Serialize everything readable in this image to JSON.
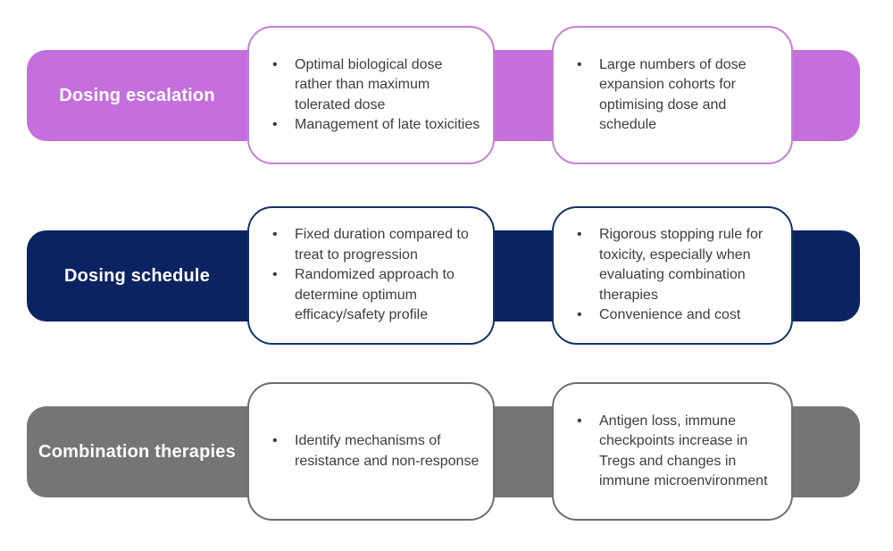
{
  "rows": [
    {
      "label": "Dosing escalation",
      "band_color": "#c56fde",
      "border_color": "#c47fd6",
      "boxes": [
        {
          "items": [
            "Optimal biological dose rather than maximum tolerated dose",
            "Management of late toxicities"
          ]
        },
        {
          "items": [
            "Large numbers of dose expansion cohorts for optimising dose and schedule"
          ]
        }
      ]
    },
    {
      "label": "Dosing schedule",
      "band_color": "#0c2361",
      "border_color": "#123266",
      "boxes": [
        {
          "items": [
            "Fixed duration compared to treat to progression",
            "Randomized approach to determine optimum efficacy/safety profile"
          ]
        },
        {
          "items": [
            "Rigorous stopping rule for toxicity, especially when evaluating combination therapies",
            "Convenience and cost"
          ]
        }
      ]
    },
    {
      "label": "Combination therapies",
      "band_color": "#757575",
      "border_color": "#6e6e6e",
      "boxes": [
        {
          "items": [
            "Identify mechanisms of resistance and non-response"
          ]
        },
        {
          "items": [
            "Antigen loss, immune checkpoints increase in Tregs and changes in immune microenvironment"
          ]
        }
      ]
    }
  ],
  "colors": {
    "bullet_text": "#3d3d3d",
    "label_text": "#ffffff",
    "background": "#ffffff"
  }
}
